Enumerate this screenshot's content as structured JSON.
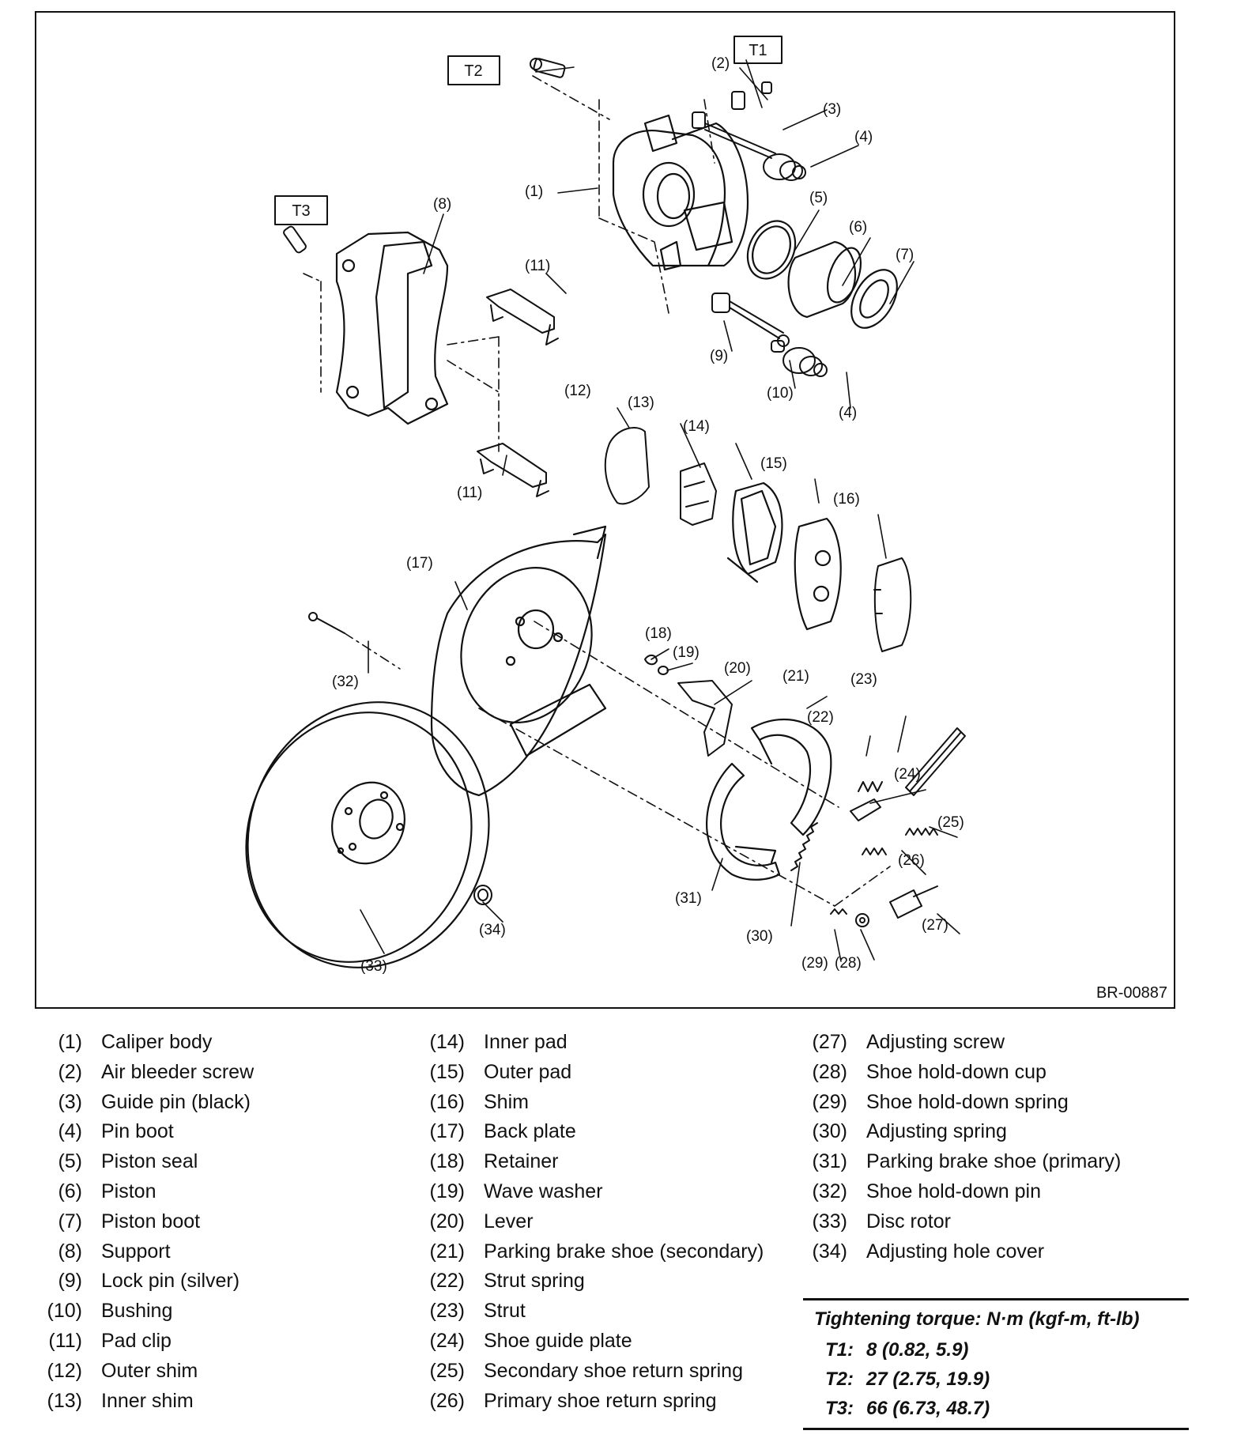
{
  "figure_code": "BR-00887",
  "callouts": [
    "(1)",
    "(2)",
    "(3)",
    "(4)",
    "(4)",
    "(5)",
    "(6)",
    "(7)",
    "(8)",
    "(9)",
    "(10)",
    "(11)",
    "(11)",
    "(12)",
    "(13)",
    "(14)",
    "(15)",
    "(16)",
    "(17)",
    "(18)",
    "(19)",
    "(20)",
    "(21)",
    "(22)",
    "(23)",
    "(24)",
    "(25)",
    "(26)",
    "(27)",
    "(28)",
    "(29)",
    "(30)",
    "(31)",
    "(32)",
    "(33)",
    "(34)"
  ],
  "torque_tags": [
    "T1",
    "T2",
    "T3"
  ],
  "legend": {
    "col1": [
      {
        "num": "(1)",
        "label": "Caliper body"
      },
      {
        "num": "(2)",
        "label": "Air bleeder screw"
      },
      {
        "num": "(3)",
        "label": "Guide pin (black)"
      },
      {
        "num": "(4)",
        "label": "Pin boot"
      },
      {
        "num": "(5)",
        "label": "Piston seal"
      },
      {
        "num": "(6)",
        "label": "Piston"
      },
      {
        "num": "(7)",
        "label": "Piston boot"
      },
      {
        "num": "(8)",
        "label": "Support"
      },
      {
        "num": "(9)",
        "label": "Lock pin (silver)"
      },
      {
        "num": "(10)",
        "label": "Bushing"
      },
      {
        "num": "(11)",
        "label": "Pad clip"
      },
      {
        "num": "(12)",
        "label": "Outer shim"
      },
      {
        "num": "(13)",
        "label": "Inner shim"
      }
    ],
    "col2": [
      {
        "num": "(14)",
        "label": "Inner pad"
      },
      {
        "num": "(15)",
        "label": "Outer pad"
      },
      {
        "num": "(16)",
        "label": "Shim"
      },
      {
        "num": "(17)",
        "label": "Back plate"
      },
      {
        "num": "(18)",
        "label": "Retainer"
      },
      {
        "num": "(19)",
        "label": "Wave washer"
      },
      {
        "num": "(20)",
        "label": "Lever"
      },
      {
        "num": "(21)",
        "label": "Parking brake shoe (secondary)"
      },
      {
        "num": "(22)",
        "label": "Strut spring"
      },
      {
        "num": "(23)",
        "label": "Strut"
      },
      {
        "num": "(24)",
        "label": "Shoe guide plate"
      },
      {
        "num": "(25)",
        "label": "Secondary shoe return spring"
      },
      {
        "num": "(26)",
        "label": "Primary shoe return spring"
      }
    ],
    "col3": [
      {
        "num": "(27)",
        "label": "Adjusting screw"
      },
      {
        "num": "(28)",
        "label": "Shoe hold-down cup"
      },
      {
        "num": "(29)",
        "label": "Shoe hold-down spring"
      },
      {
        "num": "(30)",
        "label": "Adjusting spring"
      },
      {
        "num": "(31)",
        "label": "Parking brake shoe (primary)"
      },
      {
        "num": "(32)",
        "label": "Shoe hold-down pin"
      },
      {
        "num": "(33)",
        "label": "Disc rotor"
      },
      {
        "num": "(34)",
        "label": "Adjusting hole cover"
      }
    ]
  },
  "torque": {
    "title": "Tightening torque: N·m (kgf-m, ft-lb)",
    "rows": [
      {
        "key": "T1:",
        "value": "8 (0.82, 5.9)"
      },
      {
        "key": "T2:",
        "value": "27 (2.75, 19.9)"
      },
      {
        "key": "T3:",
        "value": "66 (6.73, 48.7)"
      }
    ]
  }
}
